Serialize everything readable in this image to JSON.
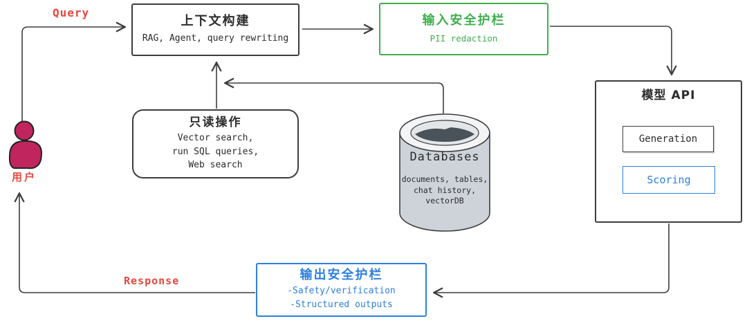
{
  "diagram": {
    "edge_labels": {
      "query": "Query",
      "response": "Response"
    },
    "user": {
      "label": "用户"
    },
    "context_builder": {
      "title": "上下文构建",
      "subtitle": "RAG, Agent, query rewriting"
    },
    "input_guardrail": {
      "title": "输入安全护栏",
      "subtitle": "PII redaction"
    },
    "model_api": {
      "title": "模型 API",
      "generation_label": "Generation",
      "scoring_label": "Scoring"
    },
    "readonly_ops": {
      "title": "只读操作",
      "lines": [
        "Vector search,",
        "run SQL queries,",
        "Web search"
      ]
    },
    "databases": {
      "title": "Databases",
      "lines": [
        "documents, tables,",
        "chat history,",
        "vectorDB"
      ]
    },
    "output_guardrail": {
      "title": "输出安全护栏",
      "lines": [
        "-Safety/verification",
        "-Structured outputs"
      ]
    },
    "colors": {
      "label_red": "#e8463c",
      "user_icon_fill": "#c0255e",
      "guardrail_green": "#3fae4e",
      "accent_blue": "#2c7fe0",
      "line_stroke": "#3d3d3d",
      "cylinder_fill": "#ced3da"
    }
  }
}
